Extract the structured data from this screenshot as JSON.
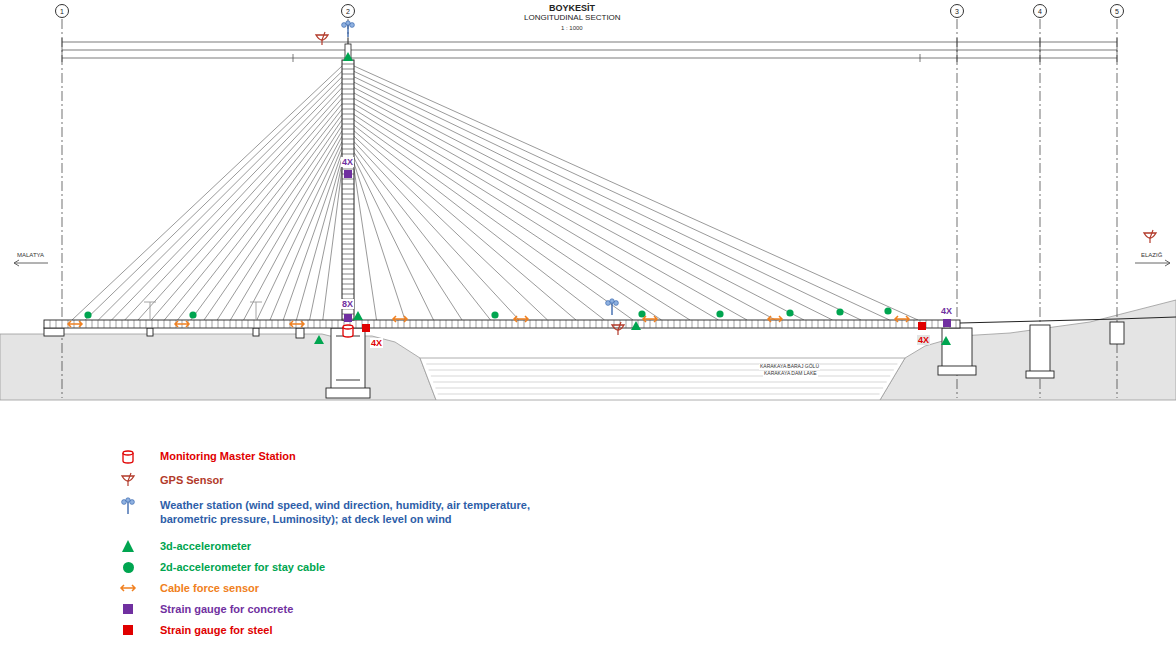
{
  "diagram": {
    "title": "BOYKESİT",
    "nodes": [
      {
        "text": [
          "1"
        ]
      },
      {
        "text": [
          "2"
        ]
      },
      {
        "text": [
          "3"
        ]
      },
      {
        "text": [
          "4"
        ]
      },
      {
        "text": [
          "5"
        ]
      }
    ],
    "labels": [
      "LONGITUDINAL SECTION",
      "1 : 1000",
      "MALATYA",
      "ELAZIĞ",
      "KARAKAYA BARAJ GÖLÜ",
      "KARAKAYA DAM LAKE",
      "4X",
      "8X",
      "4X",
      "4X",
      "4X"
    ],
    "legend": [
      {
        "text": "Monitoring Master Station"
      },
      {
        "text": "GPS Sensor"
      },
      {
        "text": "Weather station (wind speed, wind direction, humidity, air temperature, barometric pressure, Luminosity); at deck level on wind"
      },
      {
        "text": "3d-accelerometer",
        "color": "#00a550"
      },
      {
        "text": "2d-accelerometer for stay cable",
        "color": "#00a550"
      },
      {
        "text": "Cable force sensor"
      },
      {
        "text": "Strain gauge for concrete",
        "color": "#7030a0"
      },
      {
        "text": "Strain gauge for steel",
        "color": "#e00000"
      }
    ]
  }
}
